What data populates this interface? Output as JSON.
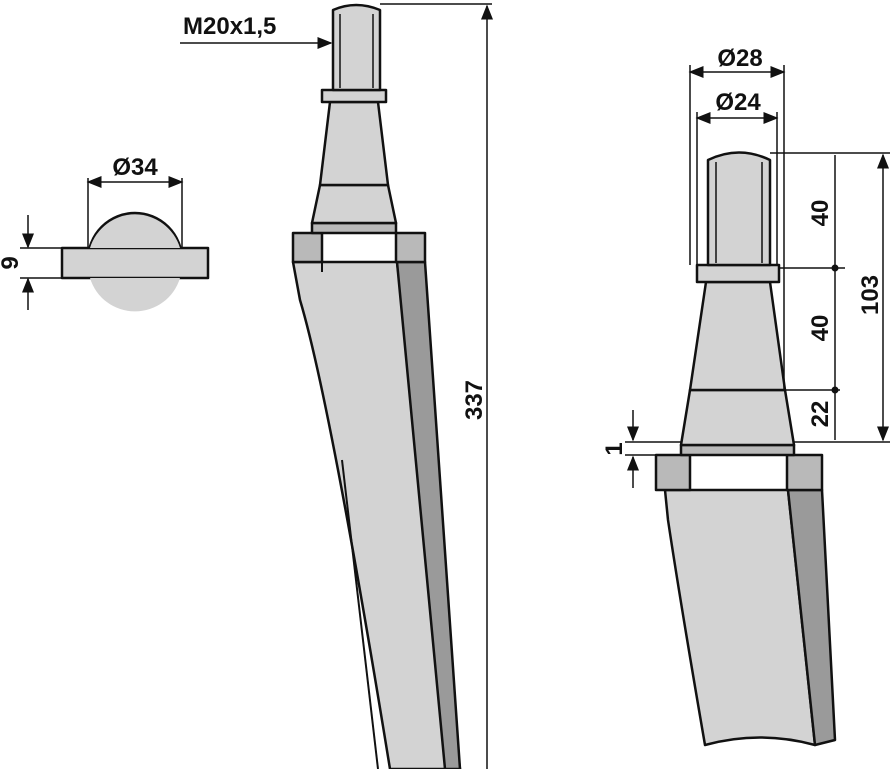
{
  "labels": {
    "thread": "M20x1,5",
    "diameter_section": "Ø34",
    "thickness": "9",
    "total_length": "337",
    "diameter_outer": "Ø28",
    "diameter_inner": "Ø24",
    "shaft_len": "40",
    "cone_len": "40",
    "frustum_len": "22",
    "total_top": "103",
    "gap": "1"
  },
  "colors": {
    "light": "#d3d3d3",
    "mid": "#b9b9b9",
    "dark": "#9a9a9a"
  }
}
